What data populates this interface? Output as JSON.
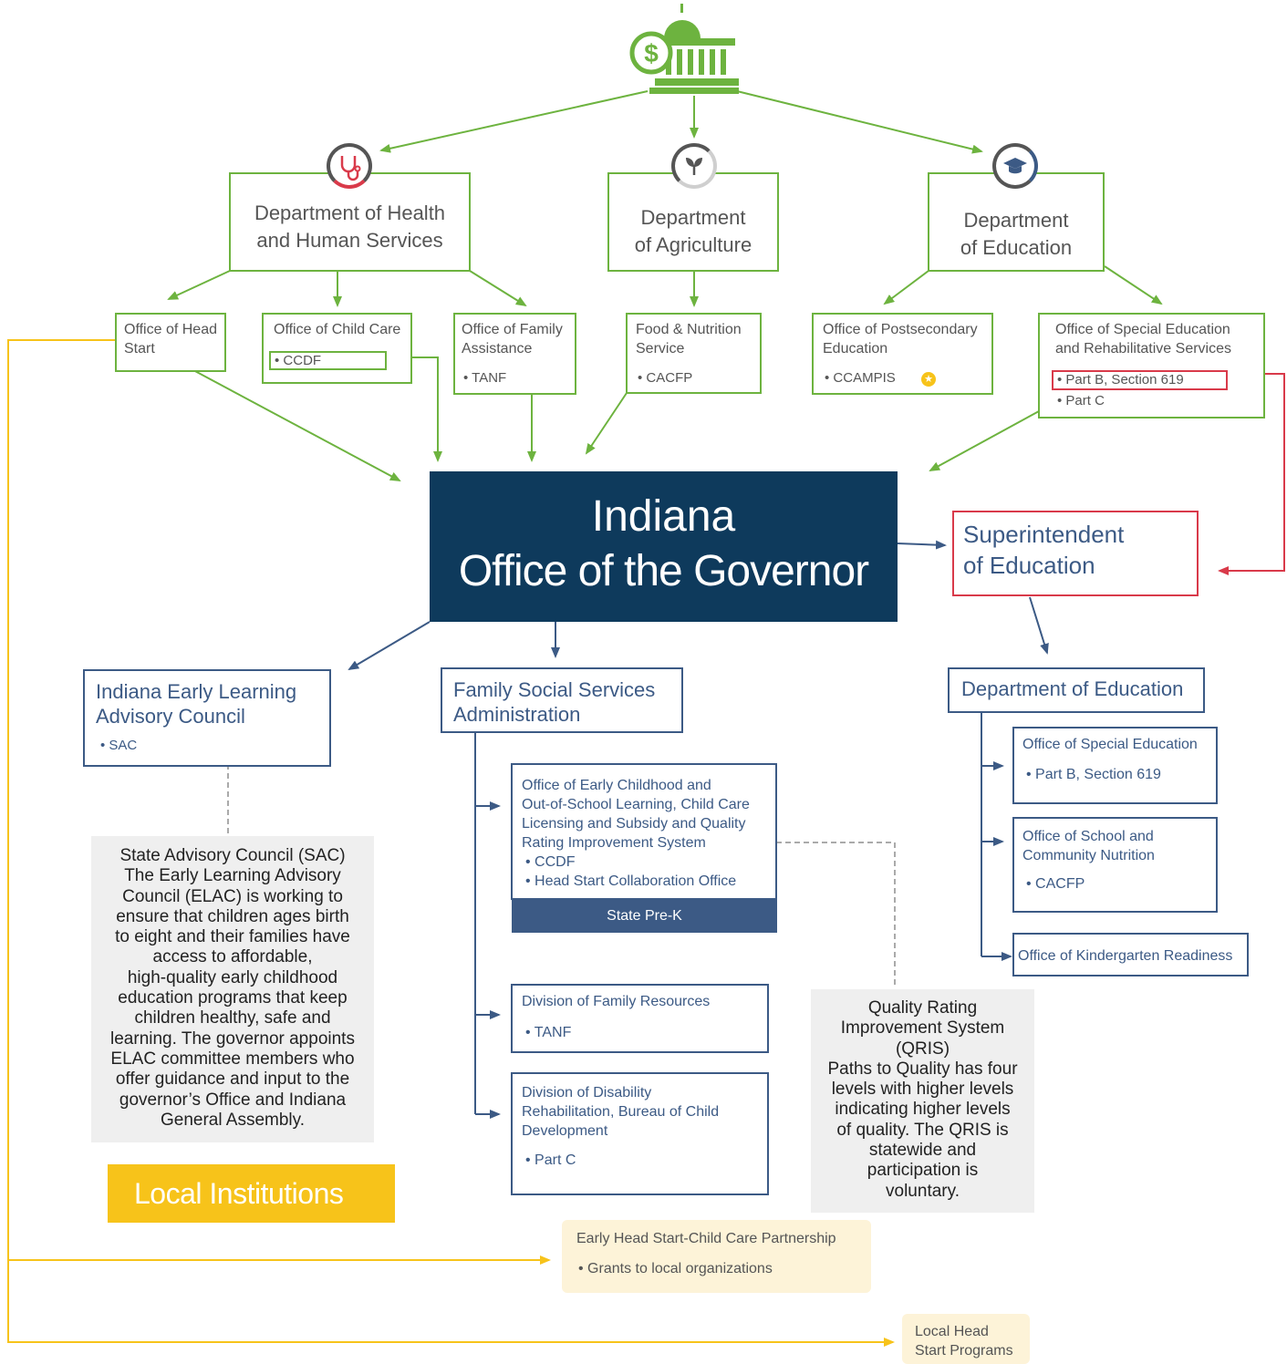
{
  "federal": {
    "dhhs": "Department of Health\nand Human Services",
    "agriculture": "Department\nof Agriculture",
    "education": "Department\nof Education"
  },
  "offices": {
    "head_start": "Office of Head\nStart",
    "child_care": "Office of Child Care",
    "child_care_item": "• CCDF",
    "family_assistance": "Office of Family\nAssistance",
    "family_assistance_item": "• TANF",
    "food_nutrition": "Food & Nutrition\nService",
    "food_nutrition_item": "• CACFP",
    "postsecondary": "Office of Postsecondary\nEducation",
    "postsecondary_item": "• CCAMPIS",
    "special_ed": "Office of Special Education\nand Rehabilitative Services",
    "special_ed_item1": "• Part B, Section 619",
    "special_ed_item2": "• Part C"
  },
  "governor": {
    "line1": "Indiana",
    "line2": "Office of the Governor"
  },
  "superintendent": "Superintendent\nof Education",
  "elac": {
    "title": "Indiana Early Learning\nAdvisory Council",
    "item": "• SAC"
  },
  "fssa": {
    "title": "Family Social Services\nAdministration"
  },
  "early_childhood": {
    "title": "Office of Early Childhood and\nOut-of-School Learning, Child Care\nLicensing and Subsidy and Quality\nRating Improvement System",
    "item1": "• CCDF",
    "item2": "• Head Start Collaboration Office",
    "prek": "State Pre-K"
  },
  "family_resources": {
    "title": "Division of Family Resources",
    "item": "• TANF"
  },
  "disability": {
    "title": "Division of Disability\nRehabilitation, Bureau of Child\nDevelopment",
    "item": "• Part C"
  },
  "doe": {
    "title": "Department of Education",
    "special_ed": "Office of Special Education",
    "special_ed_item": "• Part B, Section 619",
    "nutrition": "Office of School and\nCommunity Nutrition",
    "nutrition_item": "• CACFP",
    "kindergarten": "Office of Kindergarten Readiness"
  },
  "sac_note": "State Advisory Council (SAC)\nThe Early Learning Advisory\nCouncil (ELAC) is working to\nensure that children ages birth\nto eight and their families have\naccess to affordable,\nhigh-quality early childhood\neducation programs that keep\nchildren healthy, safe and\nlearning. The governor appoints\nELAC committee members who\noffer guidance and input to the\ngovernor’s Office and Indiana\nGeneral Assembly.",
  "qris_note": "Quality Rating\nImprovement System\n(QRIS)\nPaths to Quality has four\nlevels with higher levels\nindicating higher levels\nof quality. The QRIS is\nstatewide and\nparticipation is\nvoluntary.",
  "local": {
    "label": "Local Institutions",
    "ehs_title": "Early Head Start-Child Care Partnership",
    "ehs_item": "• Grants to local organizations",
    "head_start_programs": "Local Head\nStart Programs"
  },
  "icons": [
    "capitol-dollar-icon",
    "stethoscope-icon",
    "sprout-icon",
    "graduation-cap-icon",
    "star-icon"
  ],
  "colors": {
    "green": "#6db33f",
    "navy": "#0e3a5c",
    "blue": "#3c5a85",
    "red": "#d93a4a",
    "yellow": "#f7c31a",
    "grey": "#efefef"
  }
}
